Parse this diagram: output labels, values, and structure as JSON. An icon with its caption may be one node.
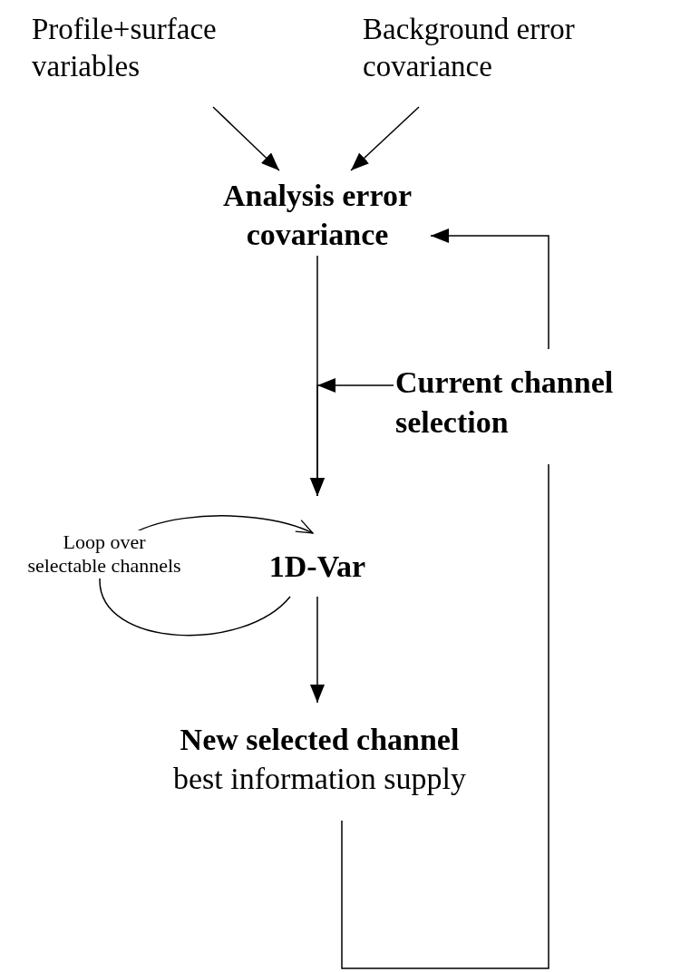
{
  "diagram": {
    "nodes": [
      {
        "text": [
          "Profile+surface variables"
        ]
      },
      {
        "text": [
          "Background error covariance"
        ]
      },
      {
        "text": [
          "Analysis error covariance"
        ]
      },
      {
        "text": [
          "Current channel selection"
        ]
      },
      {
        "text": [
          "1D-Var"
        ]
      },
      {
        "text": [
          "New selected channel",
          "best information supply"
        ]
      }
    ],
    "edges": [
      {
        "from": 0,
        "to": 2,
        "arrow": "to"
      },
      {
        "from": 1,
        "to": 2,
        "arrow": "to"
      },
      {
        "from": 2,
        "to": 4,
        "arrow": "to"
      },
      {
        "from": 3,
        "to": 4,
        "arrow": "to"
      },
      {
        "from": 4,
        "to": 4,
        "arrow": "to",
        "label": "Loop over selectable channels"
      },
      {
        "from": 4,
        "to": 5,
        "arrow": "to"
      },
      {
        "from": 5,
        "to": 3,
        "arrow": "none"
      },
      {
        "from": 3,
        "to": 2,
        "arrow": "to"
      }
    ]
  }
}
